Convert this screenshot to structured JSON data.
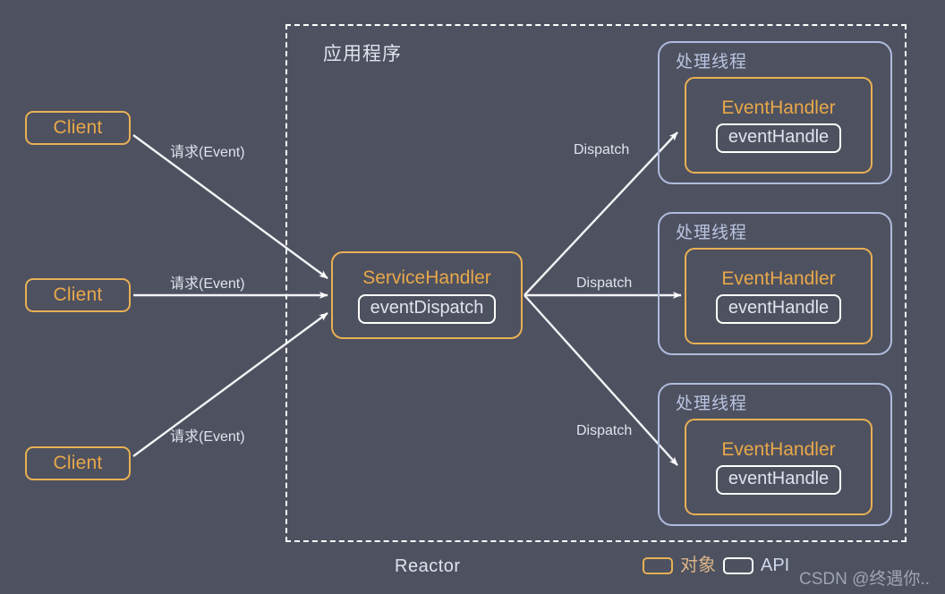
{
  "diagram": {
    "background_color": "#4e515f",
    "accent_object_color": "#e8b055",
    "accent_api_color": "#ffffff",
    "thread_border_color": "#aebbdd",
    "text_color": "#dfe3ef",
    "app_container_label": "应用程序",
    "bottom_caption": "Reactor"
  },
  "clients": [
    {
      "label": "Client"
    },
    {
      "label": "Client"
    },
    {
      "label": "Client"
    }
  ],
  "service_handler": {
    "title": "ServiceHandler",
    "api": "eventDispatch"
  },
  "threads": [
    {
      "label": "处理线程",
      "handler_title": "EventHandler",
      "handler_api": "eventHandle"
    },
    {
      "label": "处理线程",
      "handler_title": "EventHandler",
      "handler_api": "eventHandle"
    },
    {
      "label": "处理线程",
      "handler_title": "EventHandler",
      "handler_api": "eventHandle"
    }
  ],
  "request_edges": [
    {
      "label": "请求(Event)"
    },
    {
      "label": "请求(Event)"
    },
    {
      "label": "请求(Event)"
    }
  ],
  "dispatch_edges": [
    {
      "label": "Dispatch"
    },
    {
      "label": "Dispatch"
    },
    {
      "label": "Dispatch"
    }
  ],
  "legend": {
    "object_label": "对象",
    "api_label": "API"
  },
  "watermark": "CSDN @终遇你.."
}
